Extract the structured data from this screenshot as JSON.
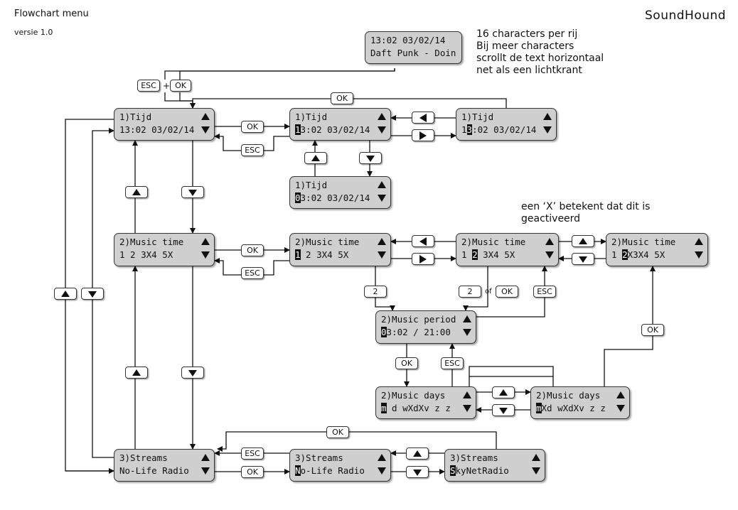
{
  "header": {
    "title": "Flowchart menu",
    "version": "versie 1.0",
    "brand": "SoundHound"
  },
  "notes": {
    "chars_1": "16 characters per rij",
    "chars_2": "Bij meer characters",
    "chars_3": "scrollt de text horizontaal",
    "chars_4": "net als een lichtkrant",
    "x_1": "een ‘X’ betekent dat dit is",
    "x_2": "geactiveerd"
  },
  "screens": {
    "start": {
      "line1": "13:02 03/02/14",
      "line2": "Daft Punk - Doin"
    },
    "tijd_menu": {
      "line1": "1)Tijd",
      "line2": "13:02 03/02/14"
    },
    "tijd_edit1": {
      "line1": "1)Tijd",
      "cursor": "1",
      "line2_rest": "3:02 03/02/14"
    },
    "tijd_edit2": {
      "line1": "1)Tijd",
      "pre": "1",
      "cursor": "3",
      "line2_rest": ":02 03/02/14"
    },
    "tijd_edit3": {
      "line1": "1)Tijd",
      "cursor": "0",
      "line2_rest": "3:02 03/02/14"
    },
    "music_menu": {
      "line1": "2)Music time",
      "line2": "1 2 3X4 5X"
    },
    "music_edit1": {
      "line1": "2)Music time",
      "cursor": "1",
      "line2_rest": " 2 3X4 5X"
    },
    "music_edit2": {
      "line1": "2)Music time",
      "pre": "1 ",
      "cursor": "2",
      "line2_rest": " 3X4 5X"
    },
    "music_edit3": {
      "line1": "2)Music time",
      "pre": "1 ",
      "cursor": "2",
      "line2_rest": "X3X4 5X"
    },
    "period": {
      "line1": "2)Music period",
      "cursor": "0",
      "line2_rest": "3:02 / 21:00"
    },
    "days1": {
      "line1": "2)Music days",
      "cursor": "m",
      "line2_rest": " d wXdXv z z"
    },
    "days2": {
      "line1": "2)Music days",
      "cursor": "m",
      "line2_rest": "Xd wXdXv z z"
    },
    "streams_menu": {
      "line1": "3)Streams",
      "line2": "No-Life Radio"
    },
    "streams_edit1": {
      "line1": "3)Streams",
      "cursor": "N",
      "line2_rest": "o-Life Radio"
    },
    "streams_edit2": {
      "line1": "3)Streams",
      "cursor": "S",
      "line2_rest": "kyNetRadio"
    }
  },
  "buttons": {
    "ok": "OK",
    "esc": "ESC",
    "plus": "+",
    "two": "2",
    "of": "of"
  }
}
